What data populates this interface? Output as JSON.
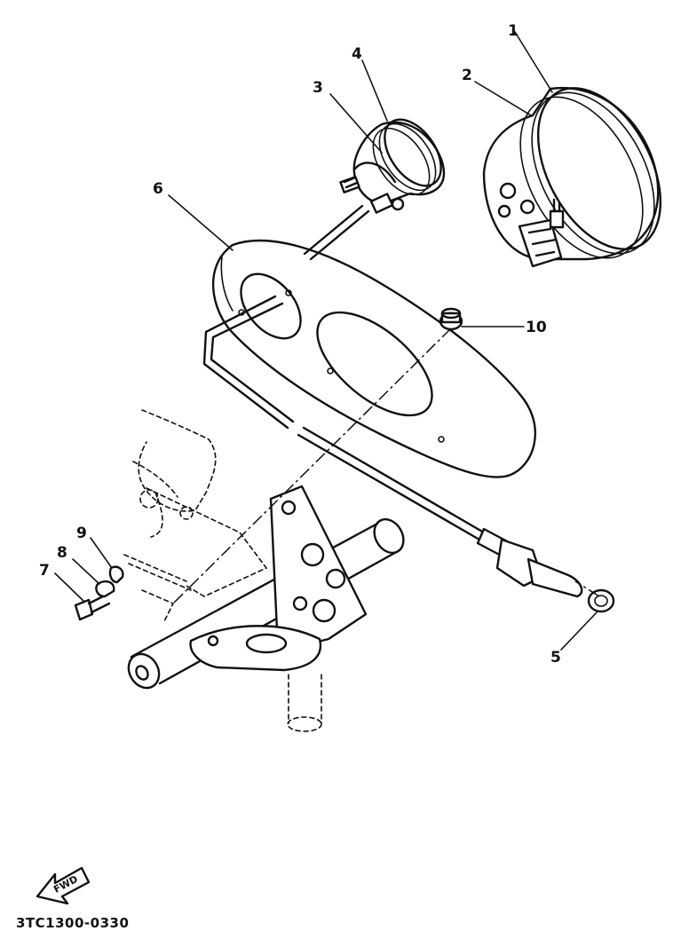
{
  "callouts": [
    "1",
    "2",
    "3",
    "4",
    "5",
    "6",
    "7",
    "8",
    "9",
    "10"
  ],
  "fwd_label": "FWD",
  "diagram_code": "3TC1300-0330"
}
